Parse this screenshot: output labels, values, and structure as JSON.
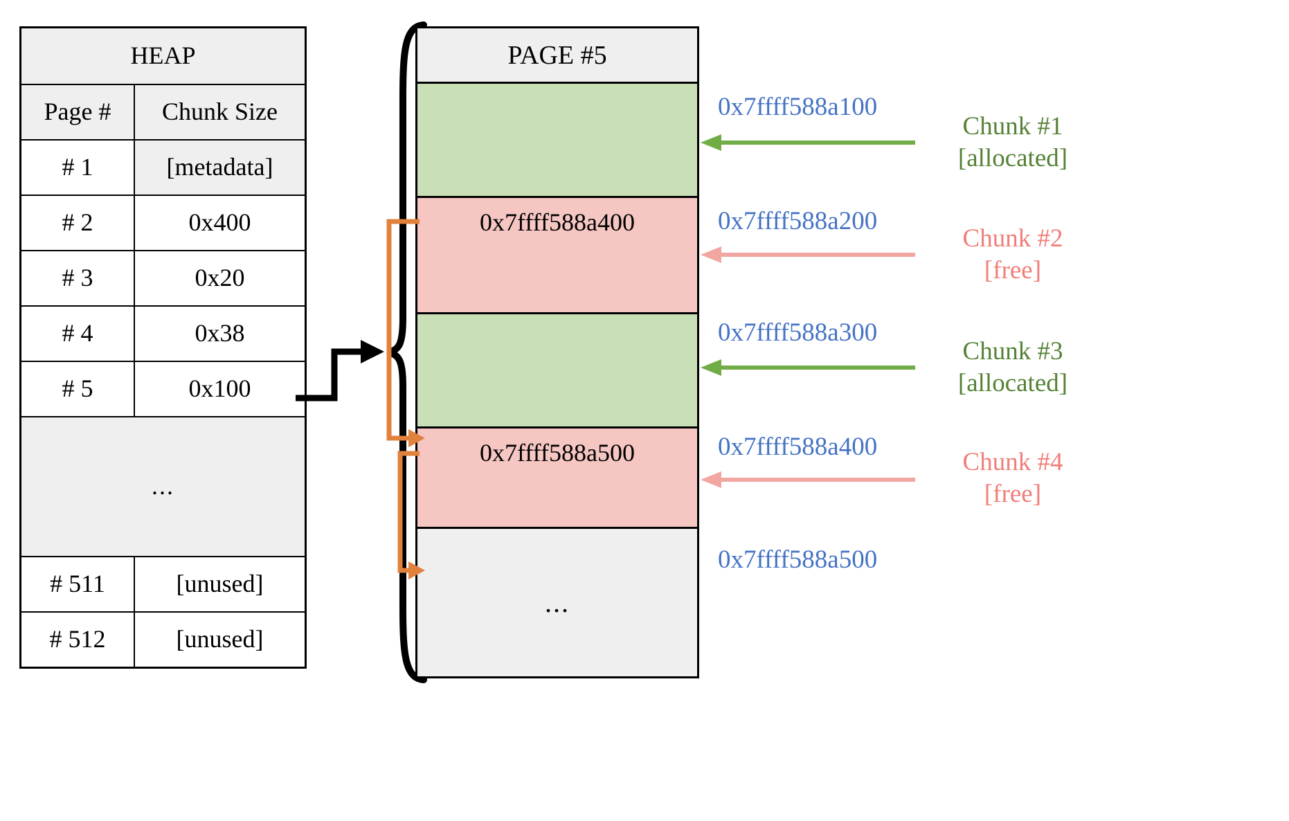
{
  "heap": {
    "title": "HEAP",
    "columns": [
      "Page #",
      "Chunk Size"
    ],
    "rows": [
      {
        "page": "# 1",
        "size": "[metadata]",
        "size_gray": true
      },
      {
        "page": "# 2",
        "size": "0x400",
        "size_gray": false
      },
      {
        "page": "# 3",
        "size": "0x20",
        "size_gray": false
      },
      {
        "page": "# 4",
        "size": "0x38",
        "size_gray": false
      },
      {
        "page": "# 5",
        "size": "0x100",
        "size_gray": false
      }
    ],
    "ellipsis": "...",
    "tail_rows": [
      {
        "page": "# 511",
        "size": "[unused]"
      },
      {
        "page": "# 512",
        "size": "[unused]"
      }
    ]
  },
  "page_panel": {
    "title": "PAGE #5",
    "bands": [
      {
        "fill": "green",
        "text": ""
      },
      {
        "fill": "pink",
        "text": "0x7ffff588a400"
      },
      {
        "fill": "green",
        "text": ""
      },
      {
        "fill": "pink",
        "text": "0x7ffff588a500"
      },
      {
        "fill": "gray",
        "text": "..."
      }
    ]
  },
  "addresses": [
    "0x7ffff588a100",
    "0x7ffff588a200",
    "0x7ffff588a300",
    "0x7ffff588a400",
    "0x7ffff588a500"
  ],
  "chunks": [
    {
      "name": "Chunk #1",
      "state": "[allocated]",
      "status": "allocated"
    },
    {
      "name": "Chunk #2",
      "state": "[free]",
      "status": "free"
    },
    {
      "name": "Chunk #3",
      "state": "[allocated]",
      "status": "allocated"
    },
    {
      "name": "Chunk #4",
      "state": "[free]",
      "status": "free"
    }
  ],
  "colors": {
    "allocated_fill": "#c9dfb6",
    "free_fill": "#f6c7c2",
    "allocated_text": "#548235",
    "free_text": "#f07d78",
    "address_text": "#4573c4",
    "allocated_arrow": "#70ad47",
    "free_arrow": "#f2a6a2",
    "freelist_link": "#e0813c",
    "header_fill": "#efefef"
  }
}
